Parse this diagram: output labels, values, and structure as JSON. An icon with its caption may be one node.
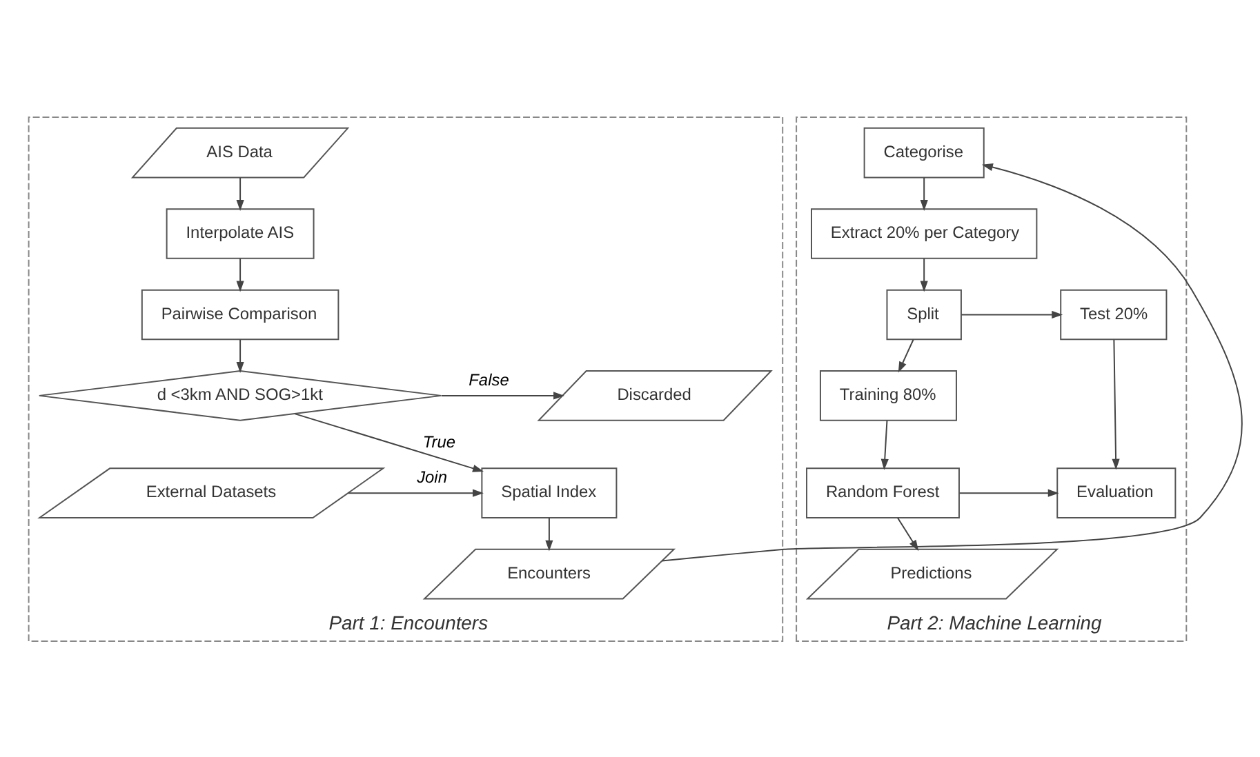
{
  "diagram": {
    "nodes": [
      {
        "text": [
          "Part 1: Encounters"
        ]
      },
      {
        "text": [
          "AIS Data"
        ],
        "in": 0
      },
      {
        "text": [
          "Interpolate AIS"
        ],
        "in": 0
      },
      {
        "text": [
          "Pairwise Comparison"
        ],
        "in": 0
      },
      {
        "text": [
          "d <3km AND SOG>1kt"
        ],
        "in": 0
      },
      {
        "text": [
          "Discarded"
        ],
        "in": 0
      },
      {
        "text": [
          "External Datasets"
        ],
        "in": 0
      },
      {
        "text": [
          "Spatial Index"
        ],
        "in": 0
      },
      {
        "text": [
          "Encounters"
        ],
        "in": 0
      },
      {
        "text": [
          "Part 2: Machine Learning"
        ]
      },
      {
        "text": [
          "Categorise"
        ],
        "in": 9
      },
      {
        "text": [
          "Extract 20% per Category"
        ],
        "in": 9
      },
      {
        "text": [
          "Split"
        ],
        "in": 9
      },
      {
        "text": [
          "Test 20%"
        ],
        "in": 9
      },
      {
        "text": [
          "Training 80%"
        ],
        "in": 9
      },
      {
        "text": [
          "Random Forest"
        ],
        "in": 9
      },
      {
        "text": [
          "Evaluation"
        ],
        "in": 9
      },
      {
        "text": [
          "Predictions"
        ],
        "in": 9
      }
    ],
    "edges": [
      {
        "from": 1,
        "to": 2,
        "arrow": "to"
      },
      {
        "from": 2,
        "to": 3,
        "arrow": "to"
      },
      {
        "from": 3,
        "to": 4,
        "arrow": "to"
      },
      {
        "from": 4,
        "to": 5,
        "arrow": "to",
        "label": "False"
      },
      {
        "from": 4,
        "to": 7,
        "arrow": "to",
        "label": "True"
      },
      {
        "from": 6,
        "to": 7,
        "arrow": "to",
        "label": "Join"
      },
      {
        "from": 7,
        "to": 8,
        "arrow": "to"
      },
      {
        "from": 8,
        "to": 10,
        "arrow": "to"
      },
      {
        "from": 10,
        "to": 11,
        "arrow": "to"
      },
      {
        "from": 11,
        "to": 12,
        "arrow": "to"
      },
      {
        "from": 12,
        "to": 13,
        "arrow": "to"
      },
      {
        "from": 12,
        "to": 14,
        "arrow": "to"
      },
      {
        "from": 14,
        "to": 15,
        "arrow": "to"
      },
      {
        "from": 13,
        "to": 16,
        "arrow": "to"
      },
      {
        "from": 15,
        "to": 16,
        "arrow": "to"
      },
      {
        "from": 15,
        "to": 17,
        "arrow": "to"
      }
    ]
  }
}
